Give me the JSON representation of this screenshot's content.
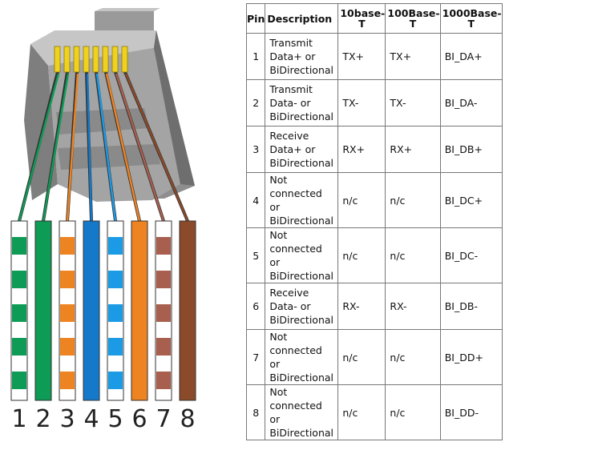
{
  "diagram": {
    "pin_numbers": [
      "1",
      "2",
      "3",
      "4",
      "5",
      "6",
      "7",
      "8"
    ],
    "wires": [
      {
        "name": "white-green",
        "base": "#ffffff",
        "stripe": "#0e9b56"
      },
      {
        "name": "green",
        "base": "#0e9b56",
        "stripe": ""
      },
      {
        "name": "white-orange",
        "base": "#ffffff",
        "stripe": "#ee8322"
      },
      {
        "name": "blue",
        "base": "#1479c9",
        "stripe": ""
      },
      {
        "name": "white-blue",
        "base": "#ffffff",
        "stripe": "#1b9be6"
      },
      {
        "name": "orange",
        "base": "#ee8322",
        "stripe": ""
      },
      {
        "name": "white-brown",
        "base": "#ffffff",
        "stripe": "#a85f4d"
      },
      {
        "name": "brown",
        "base": "#8b4a2a",
        "stripe": ""
      }
    ]
  },
  "table": {
    "headers": {
      "pin": "Pin",
      "description": "Description",
      "t10": "10base-T",
      "t100": "100Base-T",
      "t1000": "1000Base-T"
    },
    "rows": [
      {
        "pin": "1",
        "description": "Transmit Data+ or BiDirectional",
        "t10": "TX+",
        "t100": "TX+",
        "t1000": "BI_DA+"
      },
      {
        "pin": "2",
        "description": "Transmit Data- or BiDirectional",
        "t10": "TX-",
        "t100": "TX-",
        "t1000": "BI_DA-"
      },
      {
        "pin": "3",
        "description": "Receive Data+ or BiDirectional",
        "t10": "RX+",
        "t100": "RX+",
        "t1000": "BI_DB+"
      },
      {
        "pin": "4",
        "description": "Not connected or BiDirectional",
        "t10": "n/c",
        "t100": "n/c",
        "t1000": "BI_DC+"
      },
      {
        "pin": "5",
        "description": "Not connected or BiDirectional",
        "t10": "n/c",
        "t100": "n/c",
        "t1000": "BI_DC-"
      },
      {
        "pin": "6",
        "description": "Receive Data- or BiDirectional",
        "t10": "RX-",
        "t100": "RX-",
        "t1000": "BI_DB-"
      },
      {
        "pin": "7",
        "description": "Not connected or BiDirectional",
        "t10": "n/c",
        "t100": "n/c",
        "t1000": "BI_DD+"
      },
      {
        "pin": "8",
        "description": "Not connected or BiDirectional",
        "t10": "n/c",
        "t100": "n/c",
        "t1000": "BI_DD-"
      }
    ]
  }
}
